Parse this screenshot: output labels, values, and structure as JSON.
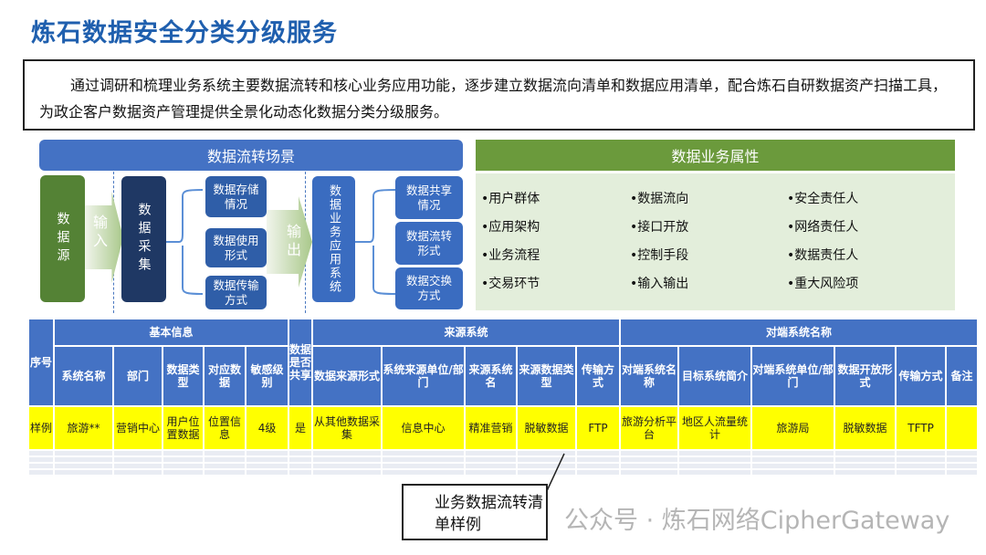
{
  "title": "炼石数据安全分类分级服务",
  "intro": "通过调研和梳理业务系统主要数据流转和核心业务应用功能，逐步建立数据流向清单和数据应用清单，配合炼石自研数据资产扫描工具，为政企客户数据资产管理提供全景化动态化数据分类分级服务。",
  "flow": {
    "header": "数据流转场景",
    "source": "数据源",
    "input": "输入",
    "collect": "数据采集",
    "mid": [
      "数据存储情况",
      "数据使用形式",
      "数据传输方式"
    ],
    "output": "输出",
    "app": "数据业务应用系统",
    "right": [
      "数据共享情况",
      "数据流转形式",
      "数据交换方式"
    ]
  },
  "attrs": {
    "header": "数据业务属性",
    "cols": [
      [
        "•用户群体",
        "•应用架构",
        "•业务流程",
        "•交易环节"
      ],
      [
        "•数据流向",
        "•接口开放",
        "•控制手段",
        "•输入输出"
      ],
      [
        "•安全责任人",
        "•网络责任人",
        "•数据责任人",
        "•重大风险项"
      ]
    ]
  },
  "table": {
    "seq": "序号",
    "group_basic": "基本信息",
    "shared": "数据是否共享",
    "group_source": "来源系统",
    "group_peer": "对端系统名称",
    "headers": [
      "系统名称",
      "部门",
      "数据类型",
      "对应数据",
      "敏感级别",
      "数据来源形式",
      "系统来源单位/部门",
      "来源系统名",
      "来源数据类型",
      "传输方式",
      "对端系统名称",
      "目标系统简介",
      "对端系统单位/部门",
      "数据开放形式",
      "传输方式",
      "备注"
    ],
    "row": [
      "样例",
      "旅游**",
      "营销中心",
      "用户位置数据",
      "位置信息",
      "4级",
      "是",
      "从其他数据采集",
      "信息中心",
      "精准营销",
      "脱敏数据",
      "FTP",
      "旅游分析平台",
      "地区人流量统计",
      "旅游局",
      "脱敏数据",
      "TFTP",
      ""
    ]
  },
  "callout": "业务数据流转清单样例",
  "watermark": "公众号 · 炼石网络CipherGateway",
  "colors": {
    "title": "#1f5fae",
    "header_blue": "#4472c4",
    "highlight": "#ffff00",
    "green": "#6b9a3c"
  }
}
